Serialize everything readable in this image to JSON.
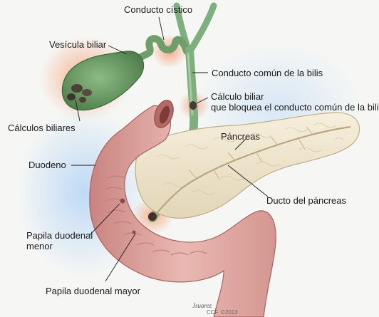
{
  "labels": {
    "conducto_cistico": "Conducto cístico",
    "vesicula_biliar": "Vesícula biliar",
    "conducto_comun": "Conducto común de la bilis",
    "calculo_biliar": "Cálculo biliar\nque bloquea el conducto común de la bilis",
    "calculos_biliares": "Cálculos biliares",
    "pancreas": "Páncreas",
    "duodeno": "Duodeno",
    "ducto_pancreas": "Ducto del páncreas",
    "papila_menor": "Papila duodenal\nmenor",
    "papila_mayor": "Papila duodenal mayor"
  },
  "signature": {
    "artist": "Jsuarez",
    "credit": "CCF",
    "year": "©2013"
  },
  "colors": {
    "gallbladder": "#6f9e6a",
    "bile_duct": "#7fae7f",
    "pancreas": "#efe6cf",
    "duodenum": "#e2a7a3",
    "stone": "#4a3a33",
    "inflammation": "#f3a178",
    "background_glow": "#cfe3f7"
  }
}
